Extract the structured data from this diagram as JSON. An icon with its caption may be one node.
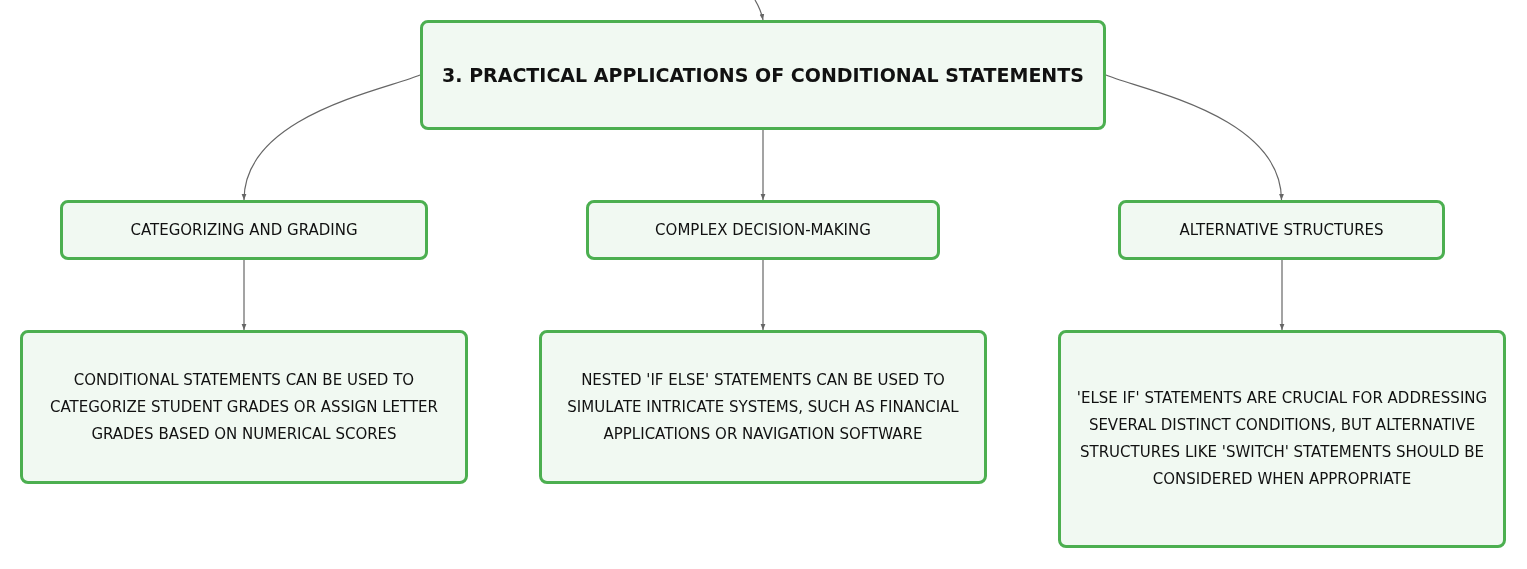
{
  "diagram": {
    "nodes": [
      {
        "text": [
          "3. PRACTICAL APPLICATIONS OF CONDITIONAL STATEMENTS"
        ]
      },
      {
        "text": [
          "CATEGORIZING AND GRADING"
        ]
      },
      {
        "text": [
          "COMPLEX DECISION-MAKING"
        ]
      },
      {
        "text": [
          "ALTERNATIVE STRUCTURES"
        ]
      },
      {
        "text": [
          "CONDITIONAL STATEMENTS CAN BE USED TO CATEGORIZE STUDENT GRADES OR ASSIGN LETTER GRADES BASED ON NUMERICAL SCORES"
        ]
      },
      {
        "text": [
          "NESTED 'IF ELSE' STATEMENTS CAN BE USED TO SIMULATE INTRICATE SYSTEMS, SUCH AS FINANCIAL APPLICATIONS OR NAVIGATION SOFTWARE"
        ]
      },
      {
        "text": [
          "'ELSE IF' STATEMENTS ARE CRUCIAL FOR ADDRESSING SEVERAL DISTINCT CONDITIONS, BUT ALTERNATIVE STRUCTURES LIKE 'SWITCH' STATEMENTS SHOULD BE CONSIDERED WHEN APPROPRIATE"
        ]
      }
    ],
    "edges": [
      {
        "from": null,
        "to": 0,
        "arrow": "to"
      },
      {
        "from": 0,
        "to": 1,
        "arrow": "to"
      },
      {
        "from": 0,
        "to": 2,
        "arrow": "to"
      },
      {
        "from": 0,
        "to": 3,
        "arrow": "to"
      },
      {
        "from": 1,
        "to": 4,
        "arrow": "to"
      },
      {
        "from": 2,
        "to": 5,
        "arrow": "to"
      },
      {
        "from": 3,
        "to": 6,
        "arrow": "to"
      }
    ]
  }
}
